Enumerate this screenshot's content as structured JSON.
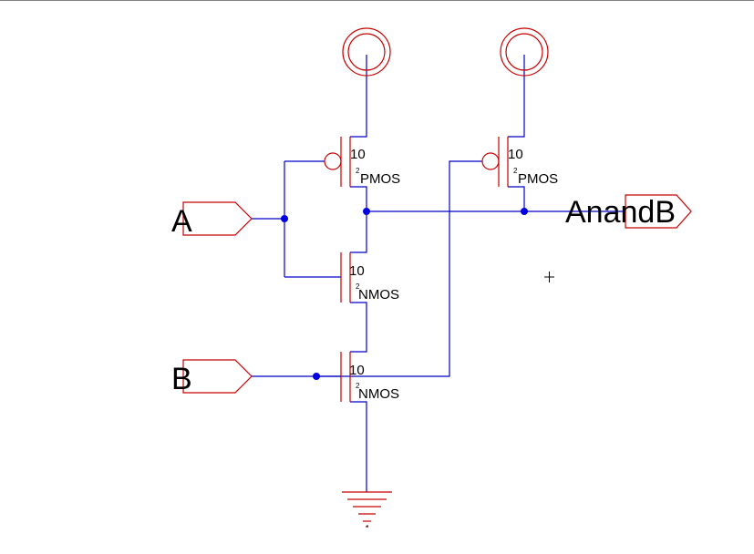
{
  "canvas": {
    "border_color": "#808080"
  },
  "colors": {
    "wire": "#0000c8",
    "device": "#c80000",
    "junction": "#0000e0",
    "text": "#000000"
  },
  "ports": {
    "input_a": "A",
    "input_b": "B",
    "output": "AnandB"
  },
  "transistors": [
    {
      "id": "p1",
      "type": "PMOS",
      "width": "10",
      "length": "2"
    },
    {
      "id": "p2",
      "type": "PMOS",
      "width": "10",
      "length": "2"
    },
    {
      "id": "n1",
      "type": "NMOS",
      "width": "10",
      "length": "2"
    },
    {
      "id": "n2",
      "type": "NMOS",
      "width": "10",
      "length": "2"
    }
  ],
  "supply_icons": [
    "vdd-icon",
    "vdd-icon",
    "ground-icon"
  ],
  "cursor_icon": "crosshair-icon"
}
